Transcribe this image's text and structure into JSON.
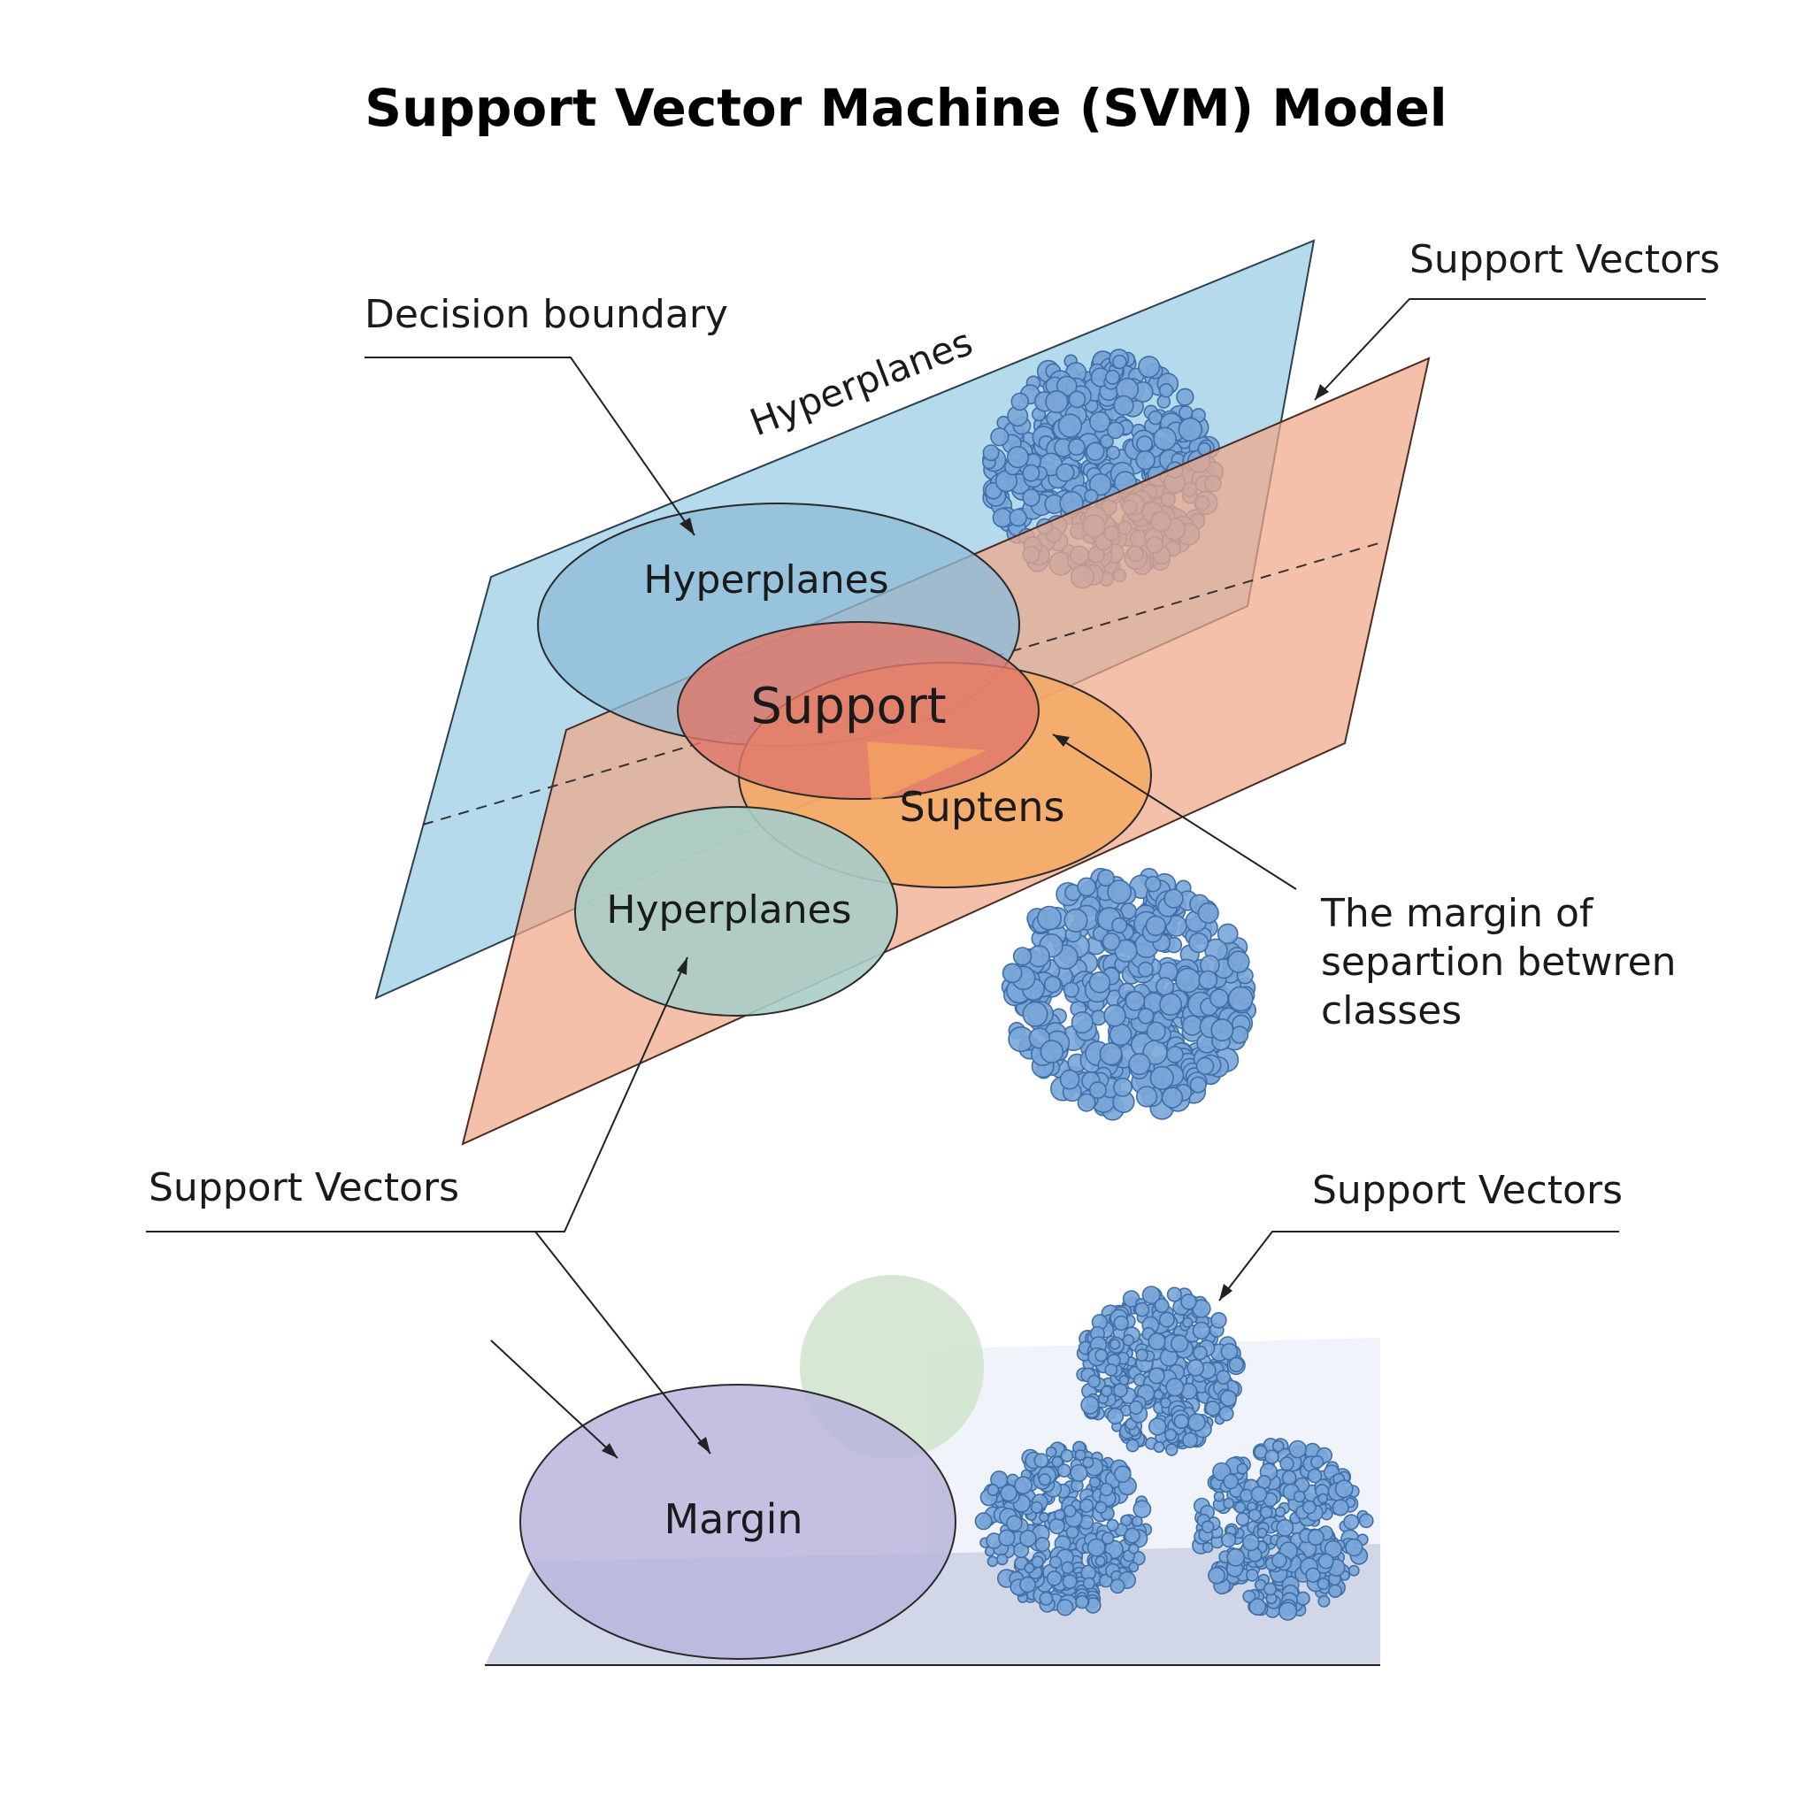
{
  "title": "Support Vector Machine (SVM) Model",
  "labels": {
    "decision_boundary": "Decision boundary",
    "hyperplanes_plane": "Hyperplanes",
    "support_vectors_top_right": "Support Vectors",
    "hyperplanes_upper_ellipse": "Hyperplanes",
    "support": "Support",
    "suptens": "Suptens",
    "hyperplanes_lower_ellipse": "Hyperplanes",
    "margin_line1": "The margin of",
    "margin_line2": "separtion betwren",
    "margin_line3": "classes",
    "support_vectors_left": "Support Vectors",
    "support_vectors_bottom_right": "Support Vectors",
    "margin": "Margin"
  },
  "colors": {
    "blue_plane": "#a8d4e8",
    "salmon_plane": "#f0a888",
    "blue_ellipse": "#8ebcd9",
    "red_ellipse": "#e0786a",
    "orange_ellipse": "#f5a860",
    "teal_ellipse": "#a9cdc8",
    "purple_ellipse": "#b9b5dc",
    "green_blob": "#cfe4cc",
    "dot_fill": "#7aa6d8",
    "dot_stroke": "#3f6fa8",
    "ground": "#c9d0e2"
  }
}
